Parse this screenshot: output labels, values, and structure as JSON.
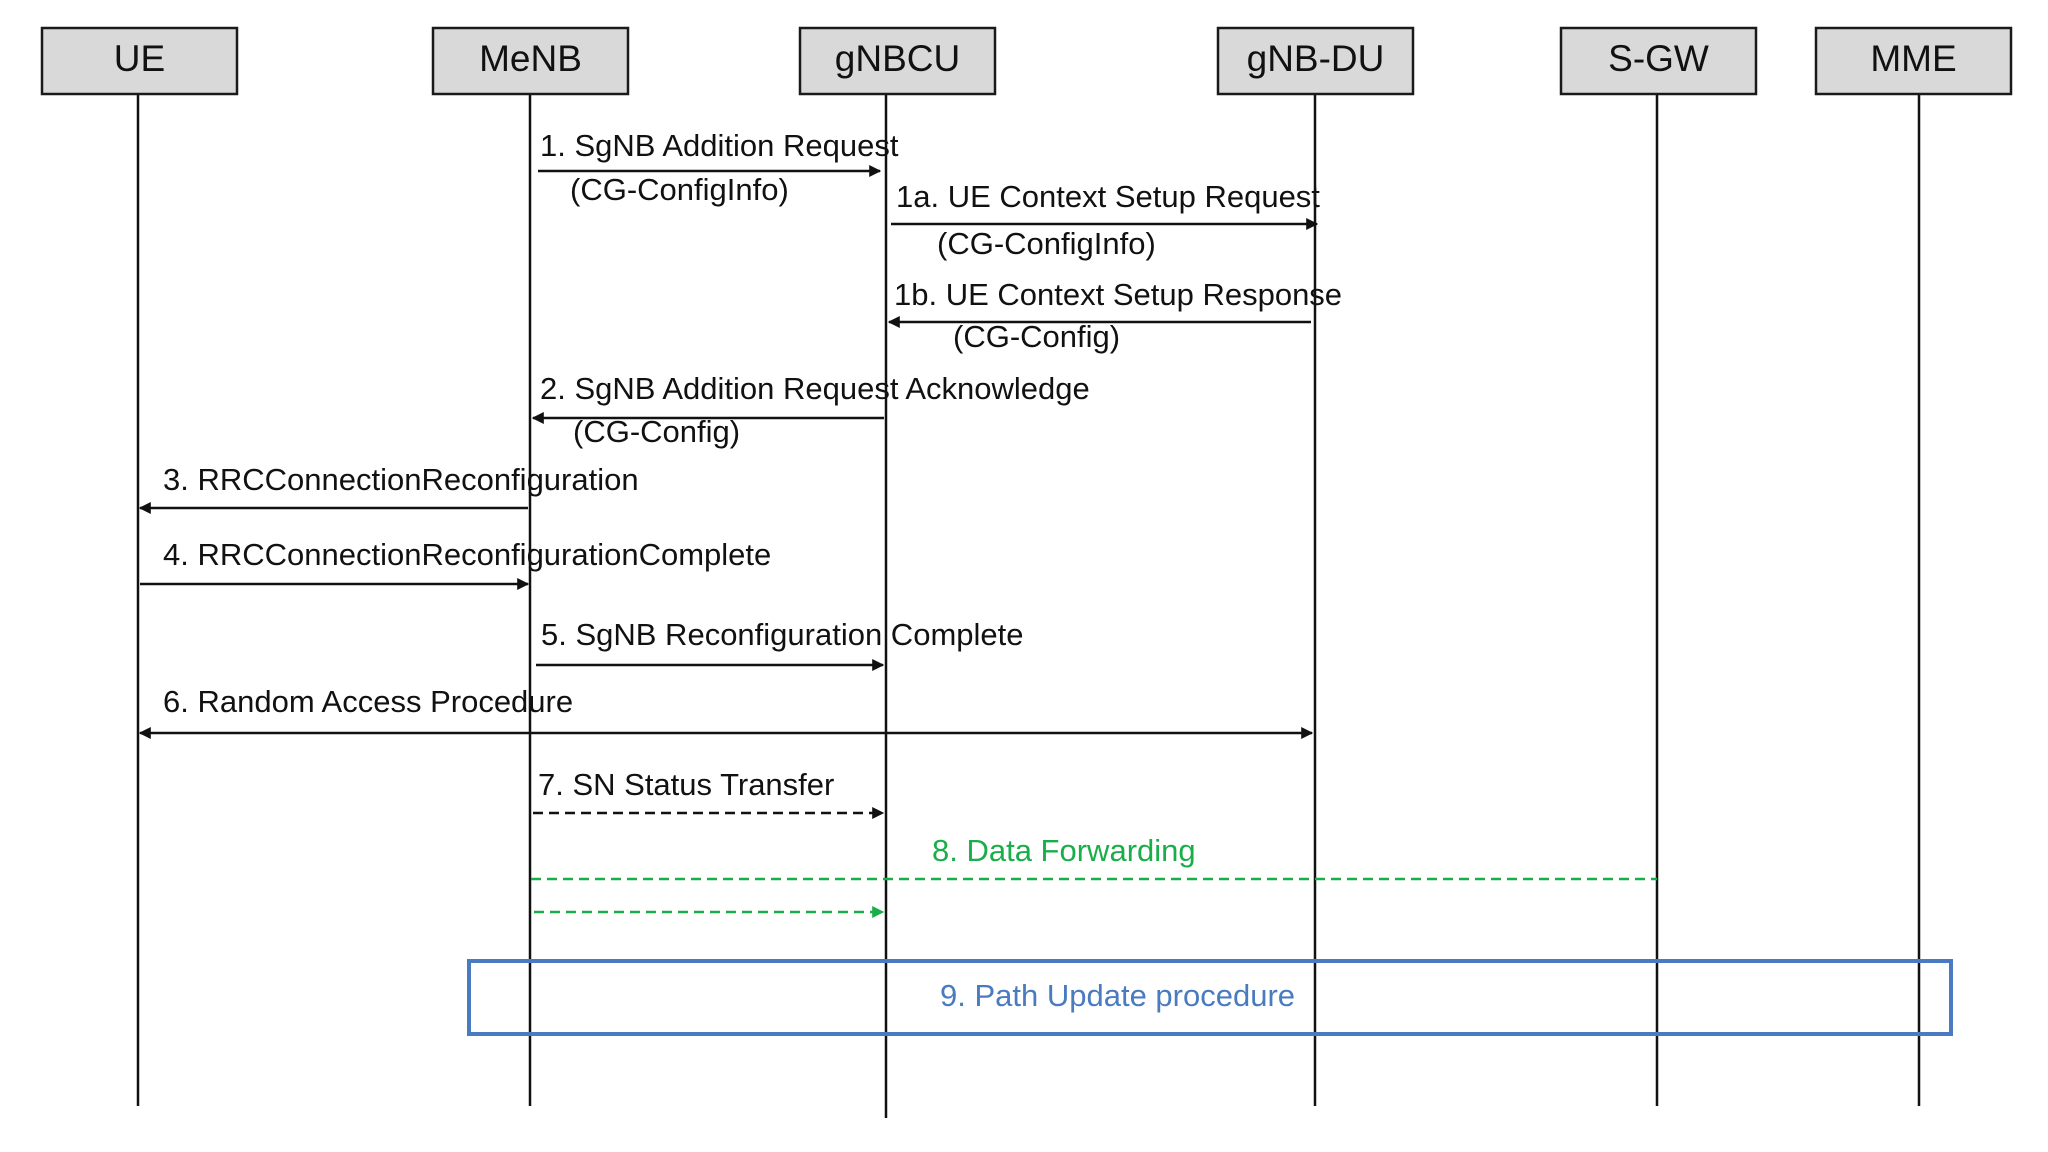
{
  "entities": [
    {
      "id": "ue",
      "label": "UE"
    },
    {
      "id": "menb",
      "label": "MeNB"
    },
    {
      "id": "gnbcu",
      "label": "gNBCU"
    },
    {
      "id": "gnbdu",
      "label": "gNB-DU"
    },
    {
      "id": "sgw",
      "label": "S-GW"
    },
    {
      "id": "mme",
      "label": "MME"
    }
  ],
  "messages": [
    {
      "label": "1. SgNB Addition Request",
      "sublabel": "(CG-ConfigInfo)",
      "from": "menb",
      "to": "gnbcu",
      "style": "solid"
    },
    {
      "label": "1a. UE Context Setup Request",
      "sublabel": "(CG-ConfigInfo)",
      "from": "gnbcu",
      "to": "gnbdu",
      "style": "solid"
    },
    {
      "label": "1b. UE Context Setup Response",
      "sublabel": "(CG-Config)",
      "from": "gnbdu",
      "to": "gnbcu",
      "style": "solid"
    },
    {
      "label": "2. SgNB Addition Request Acknowledge",
      "sublabel": "(CG-Config)",
      "from": "gnbcu",
      "to": "menb",
      "style": "solid"
    },
    {
      "label": "3. RRCConnectionReconfiguration",
      "from": "menb",
      "to": "ue",
      "style": "solid"
    },
    {
      "label": "4. RRCConnectionReconfigurationComplete",
      "from": "ue",
      "to": "menb",
      "style": "solid"
    },
    {
      "label": "5. SgNB Reconfiguration Complete",
      "from": "menb",
      "to": "gnbcu",
      "style": "solid"
    },
    {
      "label": "6. Random Access Procedure",
      "from": "ue",
      "to": "gnbdu",
      "style": "solid",
      "bidirectional": true
    },
    {
      "label": "7. SN Status Transfer",
      "from": "menb",
      "to": "gnbcu",
      "style": "dashed"
    }
  ],
  "data_forwarding": {
    "label": "8. Data Forwarding",
    "color": "#1aae4a"
  },
  "path_update": {
    "label": "9. Path Update procedure",
    "color": "#4a7bc0"
  }
}
